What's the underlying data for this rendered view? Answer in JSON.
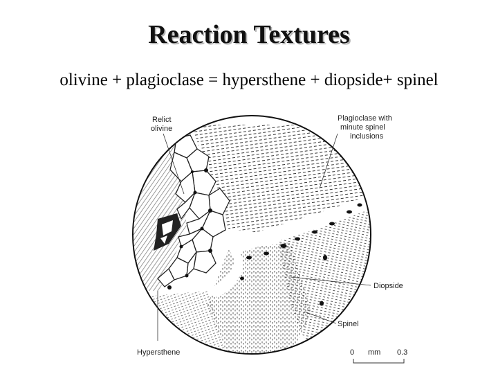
{
  "slide": {
    "title": "Reaction Textures",
    "equation": "olivine + plagioclase = hypersthene + diopside+ spinel"
  },
  "figure": {
    "labels": {
      "relict_line1": "Relict",
      "relict_line2": "olivine",
      "plag_line1": "Plagioclase with",
      "plag_line2": "minute spinel",
      "plag_line3": "inclusions",
      "diopside": "Diopside",
      "spinel": "Spinel",
      "hypersthene": "Hypersthene"
    },
    "scale_bar": {
      "start": "0",
      "unit": "mm",
      "end": "0.3"
    }
  }
}
